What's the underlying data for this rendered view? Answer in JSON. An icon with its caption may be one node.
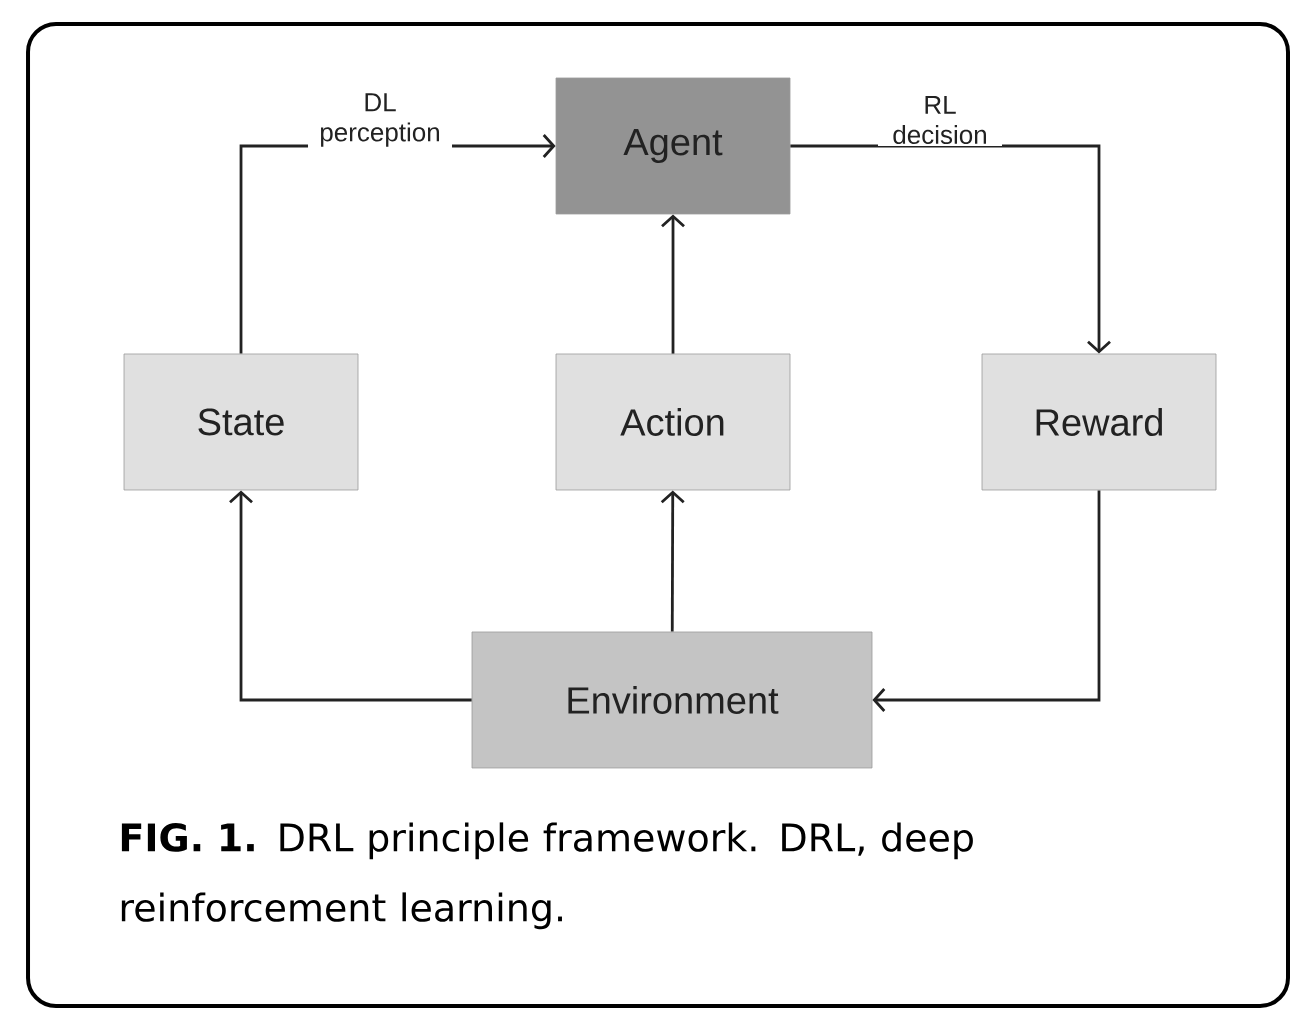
{
  "diagram": {
    "caption": "**FIG. 1.** DRL principle framework. DRL, deep reinforcement learning.",
    "nodes": [
      {
        "text": [
          "Agent"
        ]
      },
      {
        "text": [
          "State"
        ]
      },
      {
        "text": [
          "Action"
        ]
      },
      {
        "text": [
          "Reward"
        ]
      },
      {
        "text": [
          "Environment"
        ]
      }
    ],
    "edges": [
      {
        "from": 1,
        "to": 0,
        "arrow": "to",
        "label": "DL perception"
      },
      {
        "from": 0,
        "to": 3,
        "arrow": "to",
        "label": "RL decision"
      },
      {
        "from": 2,
        "to": 0,
        "arrow": "to"
      },
      {
        "from": 4,
        "to": 1,
        "arrow": "to"
      },
      {
        "from": 4,
        "to": 2,
        "arrow": "to"
      },
      {
        "from": 3,
        "to": 4,
        "arrow": "to"
      }
    ]
  }
}
